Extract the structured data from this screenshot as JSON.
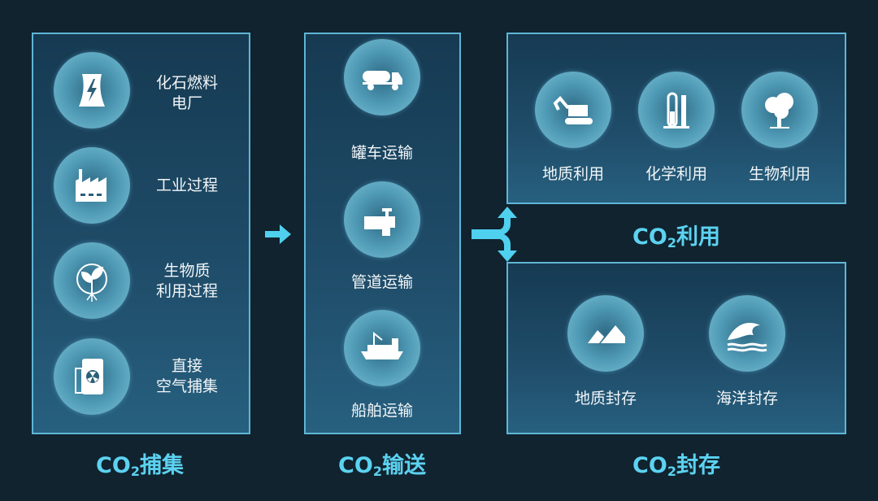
{
  "capture": {
    "title_prefix": "CO",
    "title_sub": "2",
    "title_suffix": "捕集",
    "items": [
      {
        "label1": "化石燃料",
        "label2": "电厂",
        "icon": "power-plant-icon"
      },
      {
        "label1": "工业过程",
        "label2": "",
        "icon": "factory-icon"
      },
      {
        "label1": "生物质",
        "label2": "利用过程",
        "icon": "plant-icon"
      },
      {
        "label1": "直接",
        "label2": "空气捕集",
        "icon": "air-capture-icon"
      }
    ]
  },
  "transport": {
    "title_prefix": "CO",
    "title_sub": "2",
    "title_suffix": "输送",
    "items": [
      {
        "label": "罐车运输",
        "icon": "tanker-truck-icon"
      },
      {
        "label": "管道运输",
        "icon": "pipeline-icon"
      },
      {
        "label": "船舶运输",
        "icon": "ship-icon"
      }
    ]
  },
  "utilization": {
    "title_prefix": "CO",
    "title_sub": "2",
    "title_suffix": "利用",
    "items": [
      {
        "label": "地质利用",
        "icon": "excavator-icon"
      },
      {
        "label": "化学利用",
        "icon": "test-tube-icon"
      },
      {
        "label": "生物利用",
        "icon": "tree-icon"
      }
    ]
  },
  "storage": {
    "title_prefix": "CO",
    "title_sub": "2",
    "title_suffix": "封存",
    "items": [
      {
        "label": "地质封存",
        "icon": "mountain-icon"
      },
      {
        "label": "海洋封存",
        "icon": "wave-icon"
      }
    ]
  },
  "colors": {
    "accent": "#5cd2f0",
    "border": "#5fb6d6",
    "background": "#10232f"
  }
}
